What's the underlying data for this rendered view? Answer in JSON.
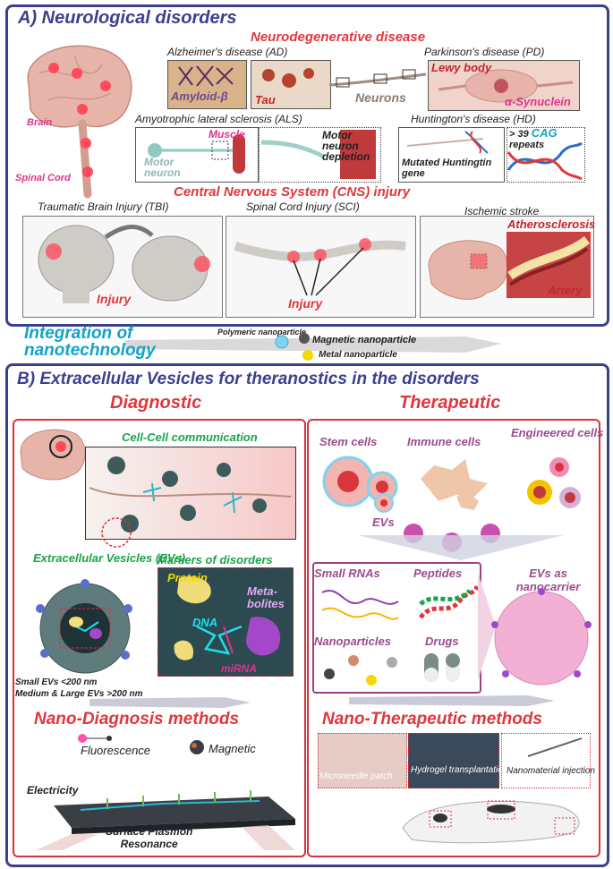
{
  "colors": {
    "frame": "#3b3f8f",
    "red": "#e0373d",
    "green": "#1aa34a",
    "purple": "#9b4b8e",
    "pink": "#e0338a",
    "cyan": "#12a3c8"
  },
  "panelA": {
    "title": "A) Neurological disorders",
    "brain_label": "Brain",
    "spinal_label": "Spinal Cord",
    "neuro_title": "Neurodegenerative disease",
    "ad": {
      "title": "Alzheimer's disease (AD)",
      "amyloid": "Amyloid-β",
      "tau": "Tau",
      "neurons": "Neurons"
    },
    "pd": {
      "title": "Parkinson's disease (PD)",
      "lewy": "Lewy body",
      "syn": "α-Synuclein"
    },
    "als": {
      "title": "Amyotrophic lateral sclerosis (ALS)",
      "muscle": "Muscle",
      "motor_neuron": "Motor neuron",
      "depletion": "Motor neuron depletion"
    },
    "hd": {
      "title": "Huntington's disease (HD)",
      "mutated": "Mutated Huntingtin gene",
      "repeats_pre": "> 39",
      "cag": "CAG",
      "repeats_post": "repeats"
    },
    "cns_title": "Central Nervous System (CNS) injury",
    "tbi_title": "Traumatic Brain Injury (TBI)",
    "sci_title": "Spinal Cord Injury (SCI)",
    "stroke_title": "Ischemic stroke",
    "athero": "Atherosclerosis",
    "artery": "Artery",
    "injury": "Injury"
  },
  "integration": {
    "title_line1": "Integration of",
    "title_line2": "nanotechnology",
    "polymeric": "Polymeric nanoparticle",
    "magnetic": "Magnetic nanoparticle",
    "metal": "Metal nanoparticle"
  },
  "panelB": {
    "title": "B) Extracellular Vesicles for theranostics in the disorders",
    "diagnostic": "Diagnostic",
    "therapeutic": "Therapeutic",
    "cell_comm": "Cell-Cell communication",
    "evs_title": "Extracellular Vesicles (EVs)",
    "markers_title": "Markers of disorders",
    "protein": "Protein",
    "metabolites": "Meta-bolites",
    "dna": "DNA",
    "mirna": "miRNA",
    "small_evs": "Small EVs <200 nm",
    "large_evs": "Medium & Large EVs >200 nm",
    "nano_diag": "Nano-Diagnosis methods",
    "fluorescence": "Fluorescence",
    "magnetic": "Magnetic",
    "electricity": "Electricity",
    "spr_line1": "Surface Plasmon",
    "spr_line2": "Resonance",
    "stem_cells": "Stem cells",
    "immune_cells": "Immune cells",
    "engineered_cells": "Engineered cells",
    "evs": "EVs",
    "small_rnas": "Small RNAs",
    "peptides": "Peptides",
    "nanoparticles": "Nanoparticles",
    "drugs": "Drugs",
    "evs_nanocarrier": "EVs as nanocarrier",
    "nano_ther": "Nano-Therapeutic methods",
    "microneedle": "Microneedle patch",
    "hydrogel": "Hydrogel transplantation",
    "injection": "Nanomaterial injection"
  }
}
